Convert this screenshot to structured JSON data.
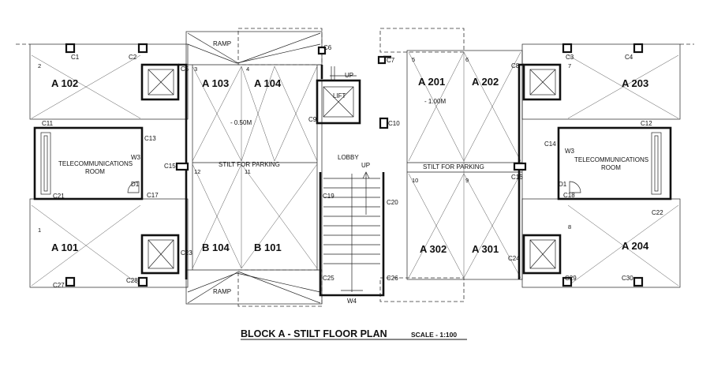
{
  "title": "BLOCK A - STILT FLOOR PLAN",
  "scale": "SCALE - 1:100",
  "units": [
    "A 102",
    "A 103",
    "A 104",
    "A 201",
    "A 202",
    "A 203",
    "A 101",
    "B 104",
    "B 101",
    "A 302",
    "A 301",
    "A 204"
  ],
  "labels": {
    "ramp": "RAMP",
    "lift": "LIFT",
    "lobby": "LOBBY",
    "up": "UP",
    "stilt": "STILT FOR PARKING",
    "telecom_line1": "TELECOMMUNICATIONS",
    "telecom_line2": "ROOM",
    "level_left": "- 0.50M",
    "level_right": "- 1.00M",
    "w3": "W3",
    "w4": "W4",
    "d1": "D1"
  },
  "numbers": [
    "1",
    "2",
    "3",
    "4",
    "5",
    "6",
    "7",
    "8",
    "9",
    "10",
    "11",
    "12"
  ],
  "columns": [
    "C1",
    "C2",
    "C3",
    "C4",
    "C5",
    "C6",
    "C7",
    "C8",
    "C9",
    "C10",
    "C11",
    "C12",
    "C13",
    "C14",
    "C15",
    "C16",
    "C17",
    "C18",
    "C19",
    "C20",
    "C21",
    "C22",
    "C23",
    "C24",
    "C25",
    "C26",
    "C27",
    "C28",
    "C29",
    "C30"
  ]
}
